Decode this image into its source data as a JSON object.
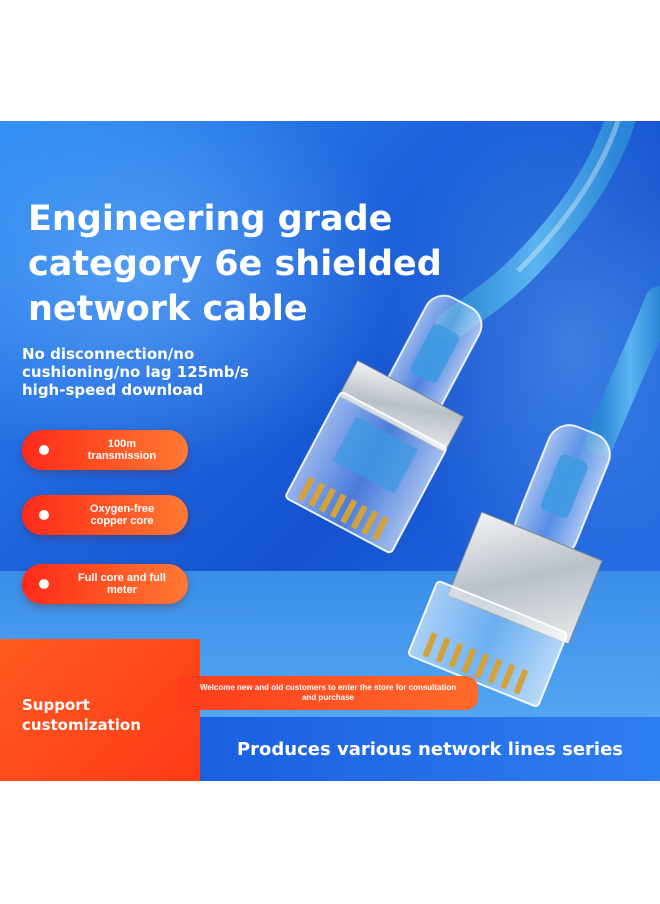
{
  "headline": {
    "title_lines": [
      "Engineering grade",
      "category 6e shielded",
      "network cable"
    ],
    "subtitle_lines": [
      "No disconnection/no",
      "cushioning/no lag 125mb/s",
      "high-speed download"
    ]
  },
  "features": [
    {
      "lines": [
        "100m",
        "transmission"
      ],
      "icon": "dot-icon"
    },
    {
      "lines": [
        "Oxygen-free",
        "copper core"
      ],
      "icon": "dot-icon"
    },
    {
      "lines": [
        "Full core and full",
        "meter"
      ],
      "icon": "dot-icon"
    }
  ],
  "footer": {
    "support_lines": [
      "Support",
      "customization"
    ],
    "welcome_text": "Welcome new and old customers to enter the store for consultation and purchase",
    "series_text": "Produces various network lines series"
  },
  "colors": {
    "background_blue": "#1d63dc",
    "cable_blue": "#3b9ae0",
    "accent_orange": "#ff3a14",
    "text": "#ffffff"
  }
}
